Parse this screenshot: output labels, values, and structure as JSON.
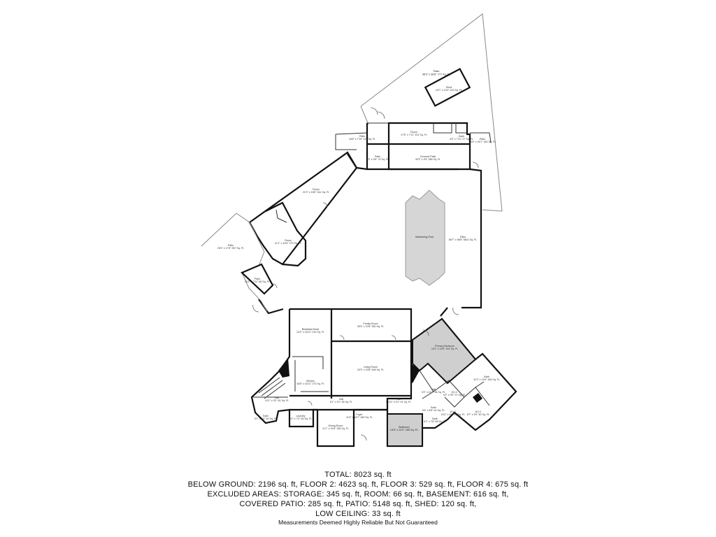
{
  "rooms": {
    "patio_top": {
      "name": "Patio",
      "dims": "46'0\" x 38'8\" 777 Sq. Ft."
    },
    "shed": {
      "name": "Shed",
      "dims": "16'7\" x 14'4\" 120 Sq. Ft."
    },
    "patio_upper_left": {
      "name": "Patio",
      "dims": "18'8\" x 7'10\" 121 Sq. Ft."
    },
    "room_upper": {
      "name": "Room",
      "dims": "17'8\" x 7'11\" 101 Sq. Ft."
    },
    "bath_upper": {
      "name": "Bath",
      "dims": "4'5\" x 7'11\" 27 Sq. Ft."
    },
    "patio_upper_right": {
      "name": "Patio",
      "dims": "14'9\" x 16'7\" 182 Sq. Ft."
    },
    "patio_small": {
      "name": "Patio",
      "dims": "7'3\" x 9'5\" 74 Sq. Ft."
    },
    "covered_patio": {
      "name": "Covered Patio",
      "dims": "30'3\" x 9'9\" 285 Sq. Ft."
    },
    "room_diag": {
      "name": "Room",
      "dims": "21'0\" x 16'6\" 341 Sq. Ft."
    },
    "room_oct": {
      "name": "Room",
      "dims": "21'1\" x 16'3\" 279 Sq. Ft."
    },
    "patio_left": {
      "name": "Patio",
      "dims": "25'4\" x 17'6\" 367 Sq. Ft."
    },
    "patio_left_small": {
      "name": "Patio",
      "dims": "10'2\" x 7'11\" 66 Sq. Ft."
    },
    "swimming_pool": {
      "name": "Swimming Pool",
      "dims": ""
    },
    "patio_main": {
      "name": "Patio",
      "dims": "86'7\" x 96'8\" 3601 Sq. Ft."
    },
    "breakfast_nook": {
      "name": "Breakfast Nook",
      "dims": "13'4\" x 16'11\" 210 Sq. Ft."
    },
    "family_room": {
      "name": "Family Room",
      "dims": "30'4\" x 12'8\" 350 Sq. Ft."
    },
    "primary_bedroom": {
      "name": "Primary Bedroom",
      "dims": "16'1\" x 18'9\" 324 Sq. Ft."
    },
    "living_room": {
      "name": "Living Room",
      "dims": "20'3\" x 19'8\" 408 Sq. Ft."
    },
    "kitchen": {
      "name": "Kitchen",
      "dims": "16'8\" x 16'11\" 273 Sq. Ft."
    },
    "bath_right": {
      "name": "Bath",
      "dims": "11'3\" x 14'6\" 184 Sq. Ft."
    },
    "hall_left": {
      "name": "Hall",
      "dims": "10'1\" x 9'2\" 81 Sq. Ft."
    },
    "hall_center": {
      "name": "Hall",
      "dims": "5'1\" x 9'1\" 35 Sq. Ft."
    },
    "hall_right": {
      "name": "Hall",
      "dims": "13'10\" x 9'1\" 91 Sq. Ft."
    },
    "hall_small": {
      "name": "Hall",
      "dims": "3'2\" x 11'7\" 38 Sq. Ft."
    },
    "wic": {
      "name": "W.I.C",
      "dims": "4'2\" x 9'0\" 37 Sq. Ft."
    },
    "bath_mid": {
      "name": "Bath",
      "dims": "5'4\" x 8'5\" 44 Sq. Ft."
    },
    "wic_left": {
      "name": "W.I.C",
      "dims": "6'11\" x 4'6\" 31 Sq. Ft."
    },
    "wic_right": {
      "name": "W.I.C",
      "dims": "8'7\" x 5'9\" 50 Sq. Ft."
    },
    "foyer": {
      "name": "Foyer",
      "dims": "11'9\" x 16'7\" 189 Sq. Ft."
    },
    "laundry": {
      "name": "Laundry",
      "dims": "6'4\" x 7'4\" 45 Sq. Ft."
    },
    "bath_left": {
      "name": "Bath",
      "dims": "5'1\" x 9'4\" 40 Sq. Ft."
    },
    "dining_room": {
      "name": "Dining Room",
      "dims": "11'1\" x 14'8\" 156 Sq. Ft."
    },
    "bedroom": {
      "name": "Bedroom",
      "dims": "13'6\" x 14'0\" 185 Sq. Ft."
    },
    "bath_bottom": {
      "name": "Bath",
      "dims": "9'1\" x 7'8\" 65 Sq. Ft."
    }
  },
  "summary": {
    "total": "TOTAL: 8023 sq. ft",
    "floors": "BELOW GROUND: 2196 sq. ft, FLOOR 2: 4623 sq. ft, FLOOR 3: 529 sq. ft, FLOOR 4: 675 sq. ft",
    "excluded": "EXCLUDED AREAS: STORAGE: 345 sq. ft, ROOM: 66 sq. ft, BASEMENT: 616 sq. ft,",
    "covered": "COVERED PATIO: 285 sq. ft, PATIO: 5148 sq. ft, SHED: 120 sq. ft,",
    "low_ceiling": "LOW CEILING: 33 sq. ft"
  },
  "disclaimer": "Measurements Deemed Highly Reliable But Not Guaranteed",
  "colors": {
    "wall": "#111111",
    "shaded_room": "#cfcfcf",
    "pool": "#d6d6d6"
  }
}
